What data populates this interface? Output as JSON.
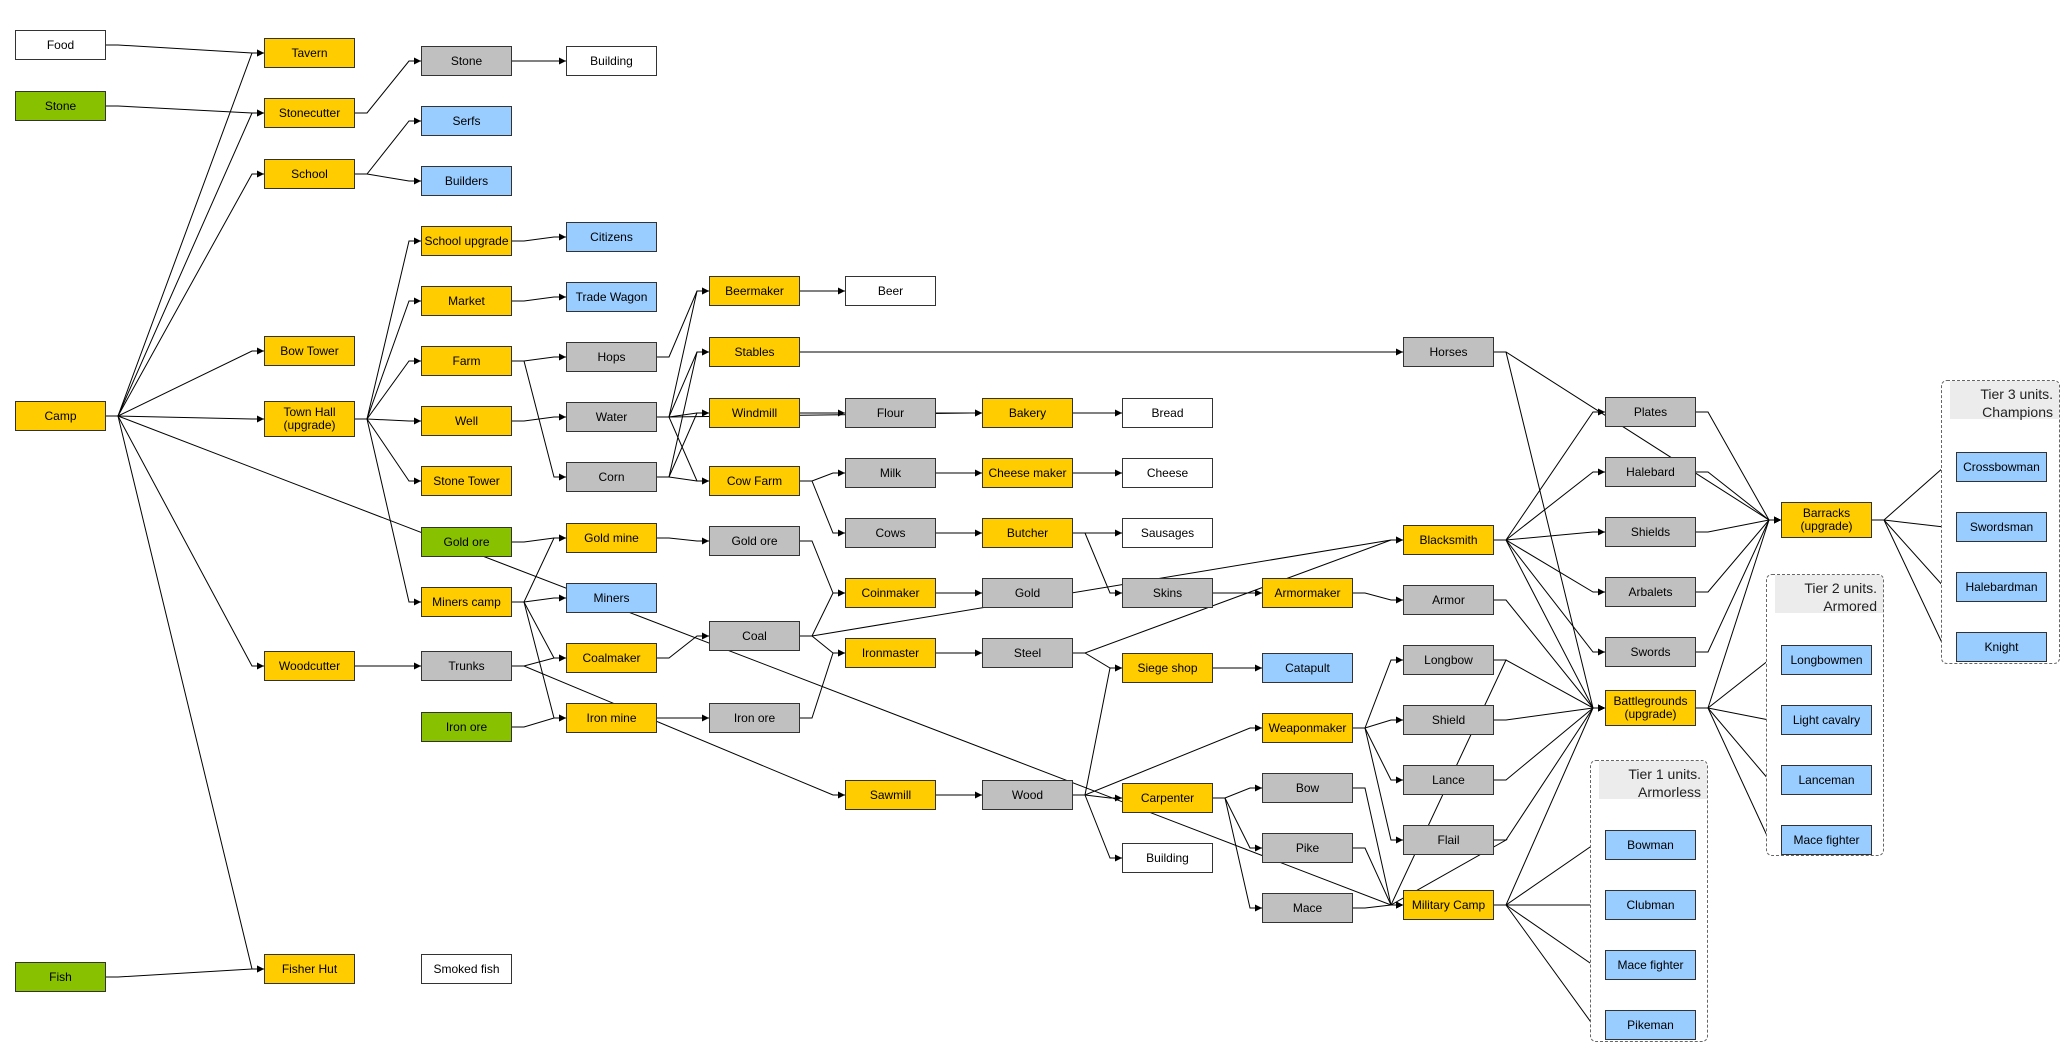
{
  "colors": {
    "building": "#ffcc00",
    "resource": "#c0c0c0",
    "unit": "#99ccff",
    "raw": "#88c100",
    "product": "#ffffff",
    "edge": "#000000"
  },
  "nodes": {
    "food": "Food",
    "stone_raw": "Stone",
    "camp": "Camp",
    "fish": "Fish",
    "tavern": "Tavern",
    "stonecutter": "Stonecutter",
    "school": "School",
    "bow_tower": "Bow Tower",
    "town_hall": "Town Hall\n(upgrade)",
    "woodcutter": "Woodcutter",
    "fisher_hut": "Fisher Hut",
    "stone_res": "Stone",
    "serfs": "Serfs",
    "builders": "Builders",
    "building1": "Building",
    "school_upgrade": "School upgrade",
    "market": "Market",
    "farm": "Farm",
    "well": "Well",
    "stone_tower": "Stone Tower",
    "gold_ore": "Gold ore",
    "miners_camp": "Miners camp",
    "trunks": "Trunks",
    "iron_ore": "Iron ore",
    "smoked_fish": "Smoked fish",
    "citizens": "Citizens",
    "trade_wagon": "Trade Wagon",
    "hops": "Hops",
    "water": "Water",
    "corn": "Corn",
    "gold_mine": "Gold mine",
    "miners": "Miners",
    "coalmaker": "Coalmaker",
    "iron_mine": "Iron mine",
    "beermaker": "Beermaker",
    "stables": "Stables",
    "windmill": "Windmill",
    "cow_farm": "Cow Farm",
    "gold_ore_res": "Gold ore",
    "coal": "Coal",
    "iron_ore_res": "Iron ore",
    "beer": "Beer",
    "flour": "Flour",
    "milk": "Milk",
    "cows": "Cows",
    "coinmaker": "Coinmaker",
    "ironmaster": "Ironmaster",
    "sawmill": "Sawmill",
    "bakery": "Bakery",
    "cheese_maker": "Cheese maker",
    "butcher": "Butcher",
    "gold": "Gold",
    "steel": "Steel",
    "wood": "Wood",
    "bread": "Bread",
    "cheese": "Cheese",
    "sausages": "Sausages",
    "skins": "Skins",
    "siege_shop": "Siege shop",
    "carpenter": "Carpenter",
    "building2": "Building",
    "catapult": "Catapult",
    "armormaker": "Armormaker",
    "weaponmaker": "Weaponmaker",
    "bow": "Bow",
    "pike": "Pike",
    "mace": "Mace",
    "horses": "Horses",
    "blacksmith": "Blacksmith",
    "armor": "Armor",
    "longbow": "Longbow",
    "shield": "Shield",
    "lance": "Lance",
    "flail": "Flail",
    "military_camp": "Military Camp",
    "plates": "Plates",
    "halebard": "Halebard",
    "shields": "Shields",
    "arbalets": "Arbalets",
    "swords": "Swords",
    "battlegrounds": "Battlegrounds\n(upgrade)",
    "barracks": "Barracks\n(upgrade)",
    "bowman": "Bowman",
    "clubman": "Clubman",
    "mace_fighter1": "Mace fighter",
    "pikeman": "Pikeman",
    "longbowmen": "Longbowmen",
    "light_cavalry": "Light cavalry",
    "lanceman": "Lanceman",
    "mace_fighter2": "Mace fighter",
    "crossbowman": "Crossbowman",
    "swordsman": "Swordsman",
    "halebardman": "Halebardman",
    "knight": "Knight"
  },
  "groups": {
    "tier1": "Tier 1 units.\nArmorless",
    "tier2": "Tier 2 units.\nArmored",
    "tier3": "Tier 3 units.\nChampions"
  }
}
